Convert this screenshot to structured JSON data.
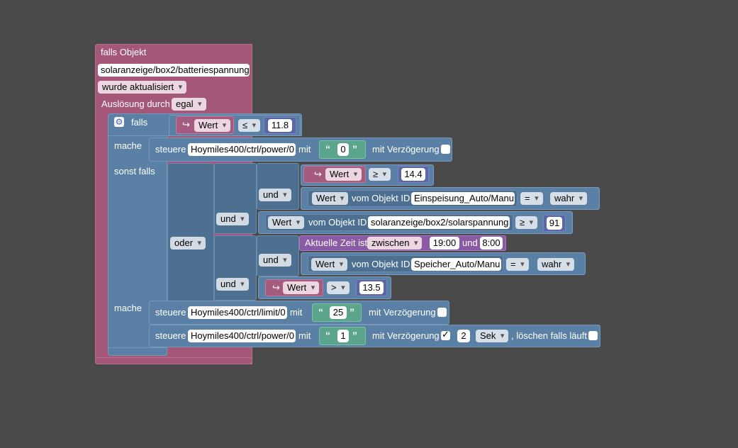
{
  "trigger": {
    "title": "falls Objekt",
    "object_id": "solaranzeige/box2/batteriespannung",
    "event": "wurde aktualisiert",
    "trigger_label": "Auslösung durch",
    "trigger_value": "egal"
  },
  "if_block": {
    "falls": "falls",
    "mache": "mache",
    "sonst_falls": "sonst falls",
    "mache2": "mache",
    "cond1": {
      "var": "Wert",
      "op": "≤",
      "num": "11.8"
    },
    "action1": {
      "steuere": "steuere",
      "target": "Hoymiles400/ctrl/power/0",
      "mit": "mit",
      "value": "0",
      "delay_label": "mit Verzögerung"
    },
    "logic_or": "oder",
    "logic_and": "und",
    "cond_a": {
      "var": "Wert",
      "op": "≥",
      "num": "14.4"
    },
    "cond_b": {
      "sel": "Wert",
      "vom": "vom Objekt ID",
      "obj": "Einspeisung_Auto/Manu",
      "op": "=",
      "val": "wahr"
    },
    "cond_c": {
      "sel": "Wert",
      "vom": "vom Objekt ID",
      "obj": "solaranzeige/box2/solarspannung",
      "op": "≥",
      "num": "91"
    },
    "cond_d": {
      "label": "Aktuelle Zeit ist",
      "mode": "zwischen",
      "from": "19:00",
      "und": "und",
      "to": "8:00"
    },
    "cond_e": {
      "sel": "Wert",
      "vom": "vom Objekt ID",
      "obj": "Speicher_Auto/Manu",
      "op": "=",
      "val": "wahr"
    },
    "cond_f": {
      "var": "Wert",
      "op": ">",
      "num": "13.5"
    },
    "action2": {
      "steuere": "steuere",
      "target": "Hoymiles400/ctrl/limit/0",
      "mit": "mit",
      "value": "25",
      "delay_label": "mit Verzögerung"
    },
    "action3": {
      "steuere": "steuere",
      "target": "Hoymiles400/ctrl/power/0",
      "mit": "mit",
      "value": "1",
      "delay_label": "mit Verzögerung",
      "delay": "2",
      "unit": "Sek",
      "clear_label": ", löschen falls läuft"
    }
  },
  "quote_open": "“",
  "quote_close": "”",
  "colors": {
    "background": "#4a4a4a",
    "trigger": "#a5577a",
    "logic": "#5b80a5",
    "variable": "#a55b80",
    "number": "#5b67a5",
    "text": "#5ba58c",
    "time": "#8a5aa5"
  }
}
